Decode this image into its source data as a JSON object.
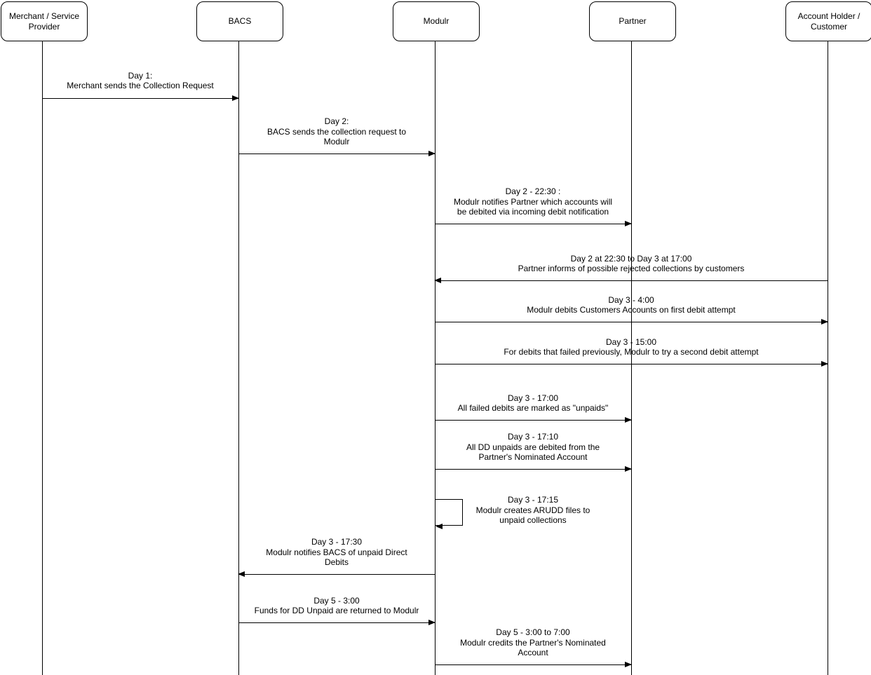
{
  "diagram": {
    "type": "sequence-diagram",
    "subject": "BACS Direct Debit collection and unpaid (ARUDD) timeline"
  },
  "colors": {
    "background": "#ffffff",
    "line": "#000000",
    "text": "#000000"
  },
  "actors": [
    {
      "id": "merchant",
      "label": "Merchant / Service Provider"
    },
    {
      "id": "bacs",
      "label": "BACS"
    },
    {
      "id": "modulr",
      "label": "Modulr"
    },
    {
      "id": "partner",
      "label": "Partner"
    },
    {
      "id": "account-holder",
      "label": "Account Holder / Customer"
    }
  ],
  "messages": [
    {
      "from": "merchant",
      "to": "bacs",
      "time": "Day 1",
      "label": "Day 1:\nMerchant sends the Collection Request"
    },
    {
      "from": "bacs",
      "to": "modulr",
      "time": "Day 2",
      "label": "Day 2:\nBACS sends the collection request to\nModulr"
    },
    {
      "from": "modulr",
      "to": "partner",
      "time": "Day 2 - 22:30",
      "label": "Day 2 - 22:30 :\nModulr notifies Partner which accounts will\nbe debited via incoming debit notification"
    },
    {
      "from": "account-holder",
      "to": "modulr",
      "time": "Day 2 at 22:30 to Day 3 at 17:00",
      "label": "Day 2 at 22:30 to Day 3 at 17:00\nPartner informs of possible rejected collections by customers"
    },
    {
      "from": "modulr",
      "to": "account-holder",
      "time": "Day 3 - 4:00",
      "label": "Day 3 - 4:00\nModulr debits Customers Accounts on first debit attempt"
    },
    {
      "from": "modulr",
      "to": "account-holder",
      "time": "Day 3 - 15:00",
      "label": "Day 3 - 15:00\nFor debits that failed previously, Modulr to try a second debit attempt"
    },
    {
      "from": "modulr",
      "to": "partner",
      "time": "Day 3 - 17:00",
      "label": "Day 3 - 17:00\nAll failed debits are marked as \"unpaids\""
    },
    {
      "from": "modulr",
      "to": "partner",
      "time": "Day 3 - 17:10",
      "label": "Day 3 - 17:10\nAll DD unpaids are debited from the\nPartner's Nominated Account"
    },
    {
      "from": "modulr",
      "to": "modulr",
      "time": "Day 3 - 17:15",
      "label": "Day 3 - 17:15\nModulr creates ARUDD files to\nunpaid collections"
    },
    {
      "from": "modulr",
      "to": "bacs",
      "time": "Day 3 - 17:30",
      "label": "Day 3 - 17:30\nModulr notifies BACS of unpaid Direct\nDebits"
    },
    {
      "from": "bacs",
      "to": "modulr",
      "time": "Day 5 - 3:00",
      "label": "Day 5 - 3:00\nFunds for DD Unpaid are returned to Modulr"
    },
    {
      "from": "modulr",
      "to": "partner",
      "time": "Day 5 - 3:00 to 7:00",
      "label": "Day 5 - 3:00 to 7:00\nModulr credits the Partner's Nominated\nAccount"
    }
  ]
}
